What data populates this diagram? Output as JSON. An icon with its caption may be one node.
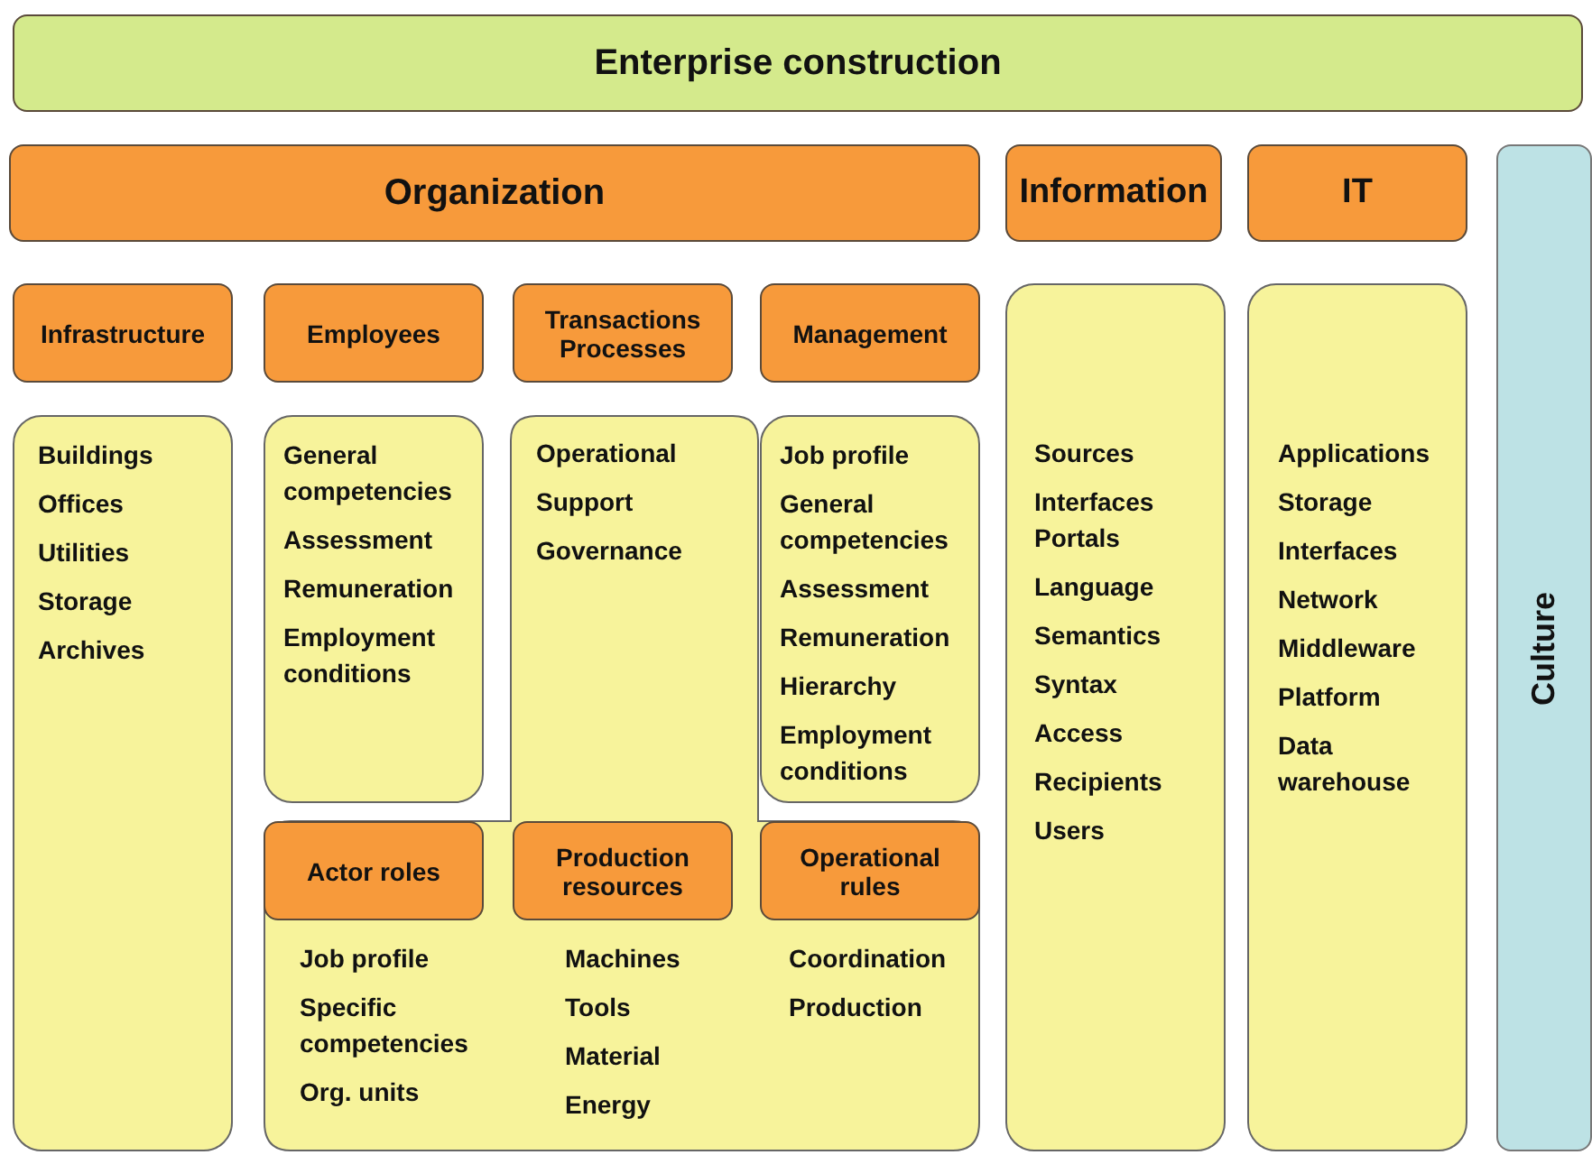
{
  "diagram": {
    "nodes": [
      {
        "text": [
          "Enterprise construction"
        ]
      },
      {
        "text": [
          "Organization"
        ]
      },
      {
        "text": [
          "Information"
        ]
      },
      {
        "text": [
          "IT"
        ]
      },
      {
        "text": [
          "Culture"
        ]
      },
      {
        "text": [
          "Infrastructure"
        ]
      },
      {
        "text": [
          "Employees"
        ]
      },
      {
        "text": [
          "Transactions Processes"
        ]
      },
      {
        "text": [
          "Management"
        ]
      },
      {
        "text": [
          "Buildings",
          "Offices",
          "Utilities",
          "Storage",
          "Archives"
        ]
      },
      {
        "text": [
          "General competencies",
          "Assessment",
          "Remuneration",
          "Employment conditions"
        ]
      },
      {
        "text": [
          "Operational",
          "Support",
          "Governance"
        ]
      },
      {
        "text": [
          "Job profile",
          "General competencies",
          "Assessment",
          "Remuneration",
          "Hierarchy",
          "Employment conditions"
        ]
      },
      {
        "text": [
          "Sources",
          "Interfaces Portals",
          "Language",
          "Semantics",
          "Syntax",
          "Access",
          "Recipients",
          "Users"
        ]
      },
      {
        "text": [
          "Applications",
          "Storage",
          "Interfaces",
          "Network",
          "Middleware",
          "Platform",
          "Data warehouse"
        ]
      },
      {
        "text": [
          "Actor roles"
        ],
        "in": 11,
        "beside": [
          "Job profile",
          "Specific competencies",
          "Org. units"
        ]
      },
      {
        "text": [
          "Production resources"
        ],
        "in": 11,
        "beside": [
          "Machines",
          "Tools",
          "Material",
          "Energy"
        ]
      },
      {
        "text": [
          "Operational rules"
        ],
        "in": 11,
        "beside": [
          "Coordination",
          "Production"
        ]
      }
    ]
  }
}
